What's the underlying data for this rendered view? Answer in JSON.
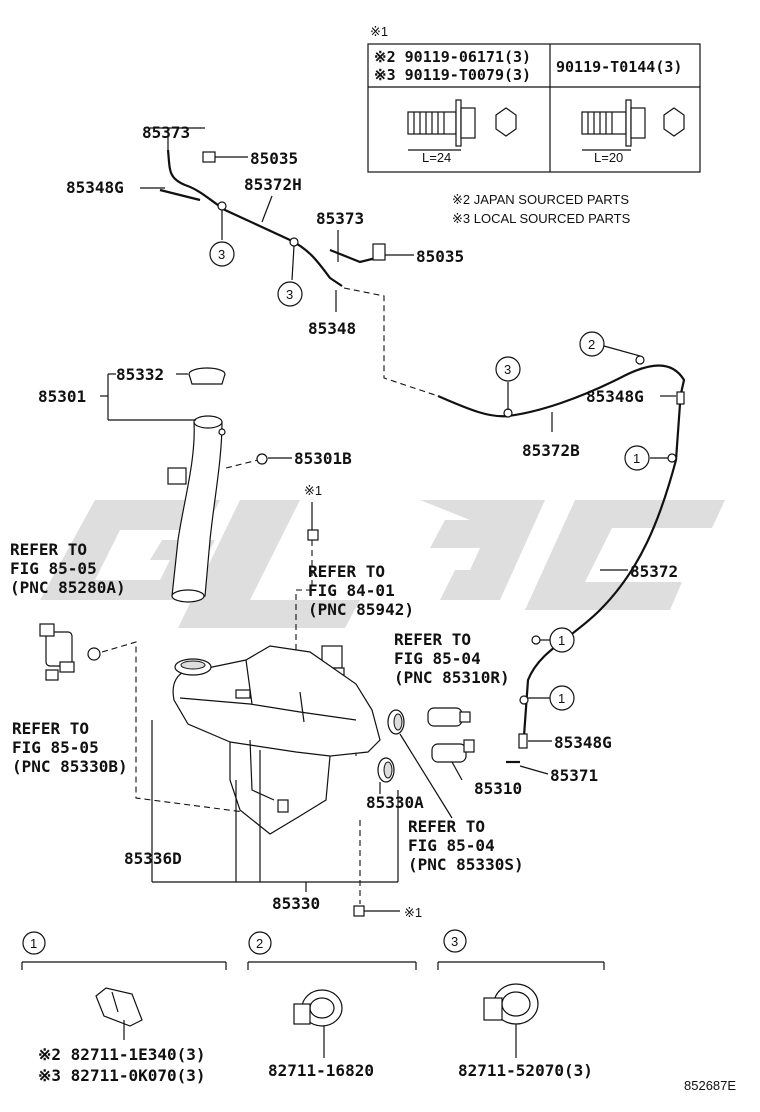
{
  "diagram_id": "852687E",
  "note_symbol": "※1",
  "table": {
    "left_row1": "※2 90119-06171(3)",
    "left_row2": "※3 90119-T0079(3)",
    "right_row": "90119-T0144(3)",
    "dim_left": "L=24",
    "dim_right": "L=20"
  },
  "notes": {
    "japan": "※2 JAPAN SOURCED PARTS",
    "local": "※3 LOCAL SOURCED PARTS"
  },
  "labels": {
    "p85373_top": "85373",
    "p85035_top": "85035",
    "p85348G_top": "85348G",
    "p85372H": "85372H",
    "p85373_mid": "85373",
    "p85035_mid": "85035",
    "p85348": "85348",
    "p85332": "85332",
    "p85301": "85301",
    "p85301B": "85301B",
    "p85348G_right1": "85348G",
    "p85372B": "85372B",
    "p85372": "85372",
    "p85348G_right2": "85348G",
    "p85371": "85371",
    "p85310": "85310",
    "p85330A": "85330A",
    "p85336D": "85336D",
    "p85330": "85330",
    "star1_a": "※1",
    "star1_b": "※1"
  },
  "refers": {
    "r8505a": [
      "REFER TO",
      "FIG 85-05",
      "(PNC 85280A)"
    ],
    "r8401": [
      "REFER TO",
      "FIG 84-01",
      "(PNC 85942)"
    ],
    "r8504a": [
      "REFER TO",
      "FIG 85-04",
      "(PNC 85310R)"
    ],
    "r8505b": [
      "REFER TO",
      "FIG 85-05",
      "(PNC 85330B)"
    ],
    "r8504b": [
      "REFER TO",
      "FIG 85-04",
      "(PNC 85330S)"
    ]
  },
  "circles": {
    "one": "1",
    "two": "2",
    "three": "3"
  },
  "clamps": {
    "c1": {
      "num": "1",
      "line1": "※2 82711-1E340(3)",
      "line2": "※3 82711-0K070(3)"
    },
    "c2": {
      "num": "2",
      "line1": "82711-16820"
    },
    "c3": {
      "num": "3",
      "line1": "82711-52070(3)"
    }
  },
  "watermark_text": "GLGC"
}
